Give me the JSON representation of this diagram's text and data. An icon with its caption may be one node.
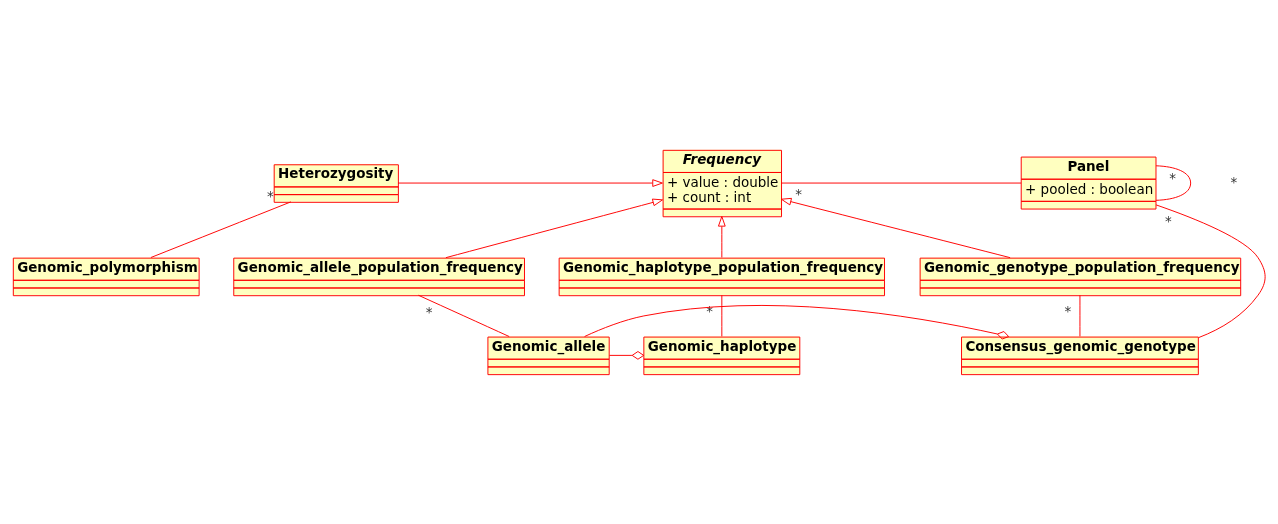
{
  "diagram": {
    "nodes": [
      {
        "text": [
          "Heterozygosity"
        ]
      },
      {
        "text": [
          "Frequency",
          "+ value : double",
          "+ count : int"
        ]
      },
      {
        "text": [
          "Panel",
          "+ pooled : boolean"
        ]
      },
      {
        "text": [
          "Genomic_polymorphism"
        ]
      },
      {
        "text": [
          "Genomic_allele_population_frequency"
        ]
      },
      {
        "text": [
          "Genomic_haplotype_population_frequency"
        ]
      },
      {
        "text": [
          "Genomic_genotype_population_frequency"
        ]
      },
      {
        "text": [
          "Genomic_haplotype"
        ]
      },
      {
        "text": [
          "Genomic_allele"
        ]
      },
      {
        "text": [
          "Consensus_genomic_genotype"
        ]
      }
    ],
    "edges": [
      {
        "from": 0,
        "to": 1,
        "arrow": "to"
      },
      {
        "from": 0,
        "to": 3,
        "arrow": "none",
        "label": "*"
      },
      {
        "from": 1,
        "to": 2,
        "arrow": "none",
        "label": "*"
      },
      {
        "from": 2,
        "to": 2,
        "arrow": "none",
        "label": "*"
      },
      {
        "from": 5,
        "to": 1,
        "arrow": "to"
      },
      {
        "from": 4,
        "to": 1,
        "arrow": "to"
      },
      {
        "from": 6,
        "to": 1,
        "arrow": "to"
      },
      {
        "from": 5,
        "to": 7,
        "arrow": "none",
        "label": "*"
      },
      {
        "from": 4,
        "to": 8,
        "arrow": "none",
        "label": "*"
      },
      {
        "from": 6,
        "to": 9,
        "arrow": "none",
        "label": "*"
      },
      {
        "from": 8,
        "to": 7,
        "arrow": "other"
      },
      {
        "from": 8,
        "to": 9,
        "arrow": "other"
      },
      {
        "from": 9,
        "to": 2,
        "arrow": "none",
        "label": "*"
      }
    ],
    "labels": [
      "*"
    ]
  }
}
